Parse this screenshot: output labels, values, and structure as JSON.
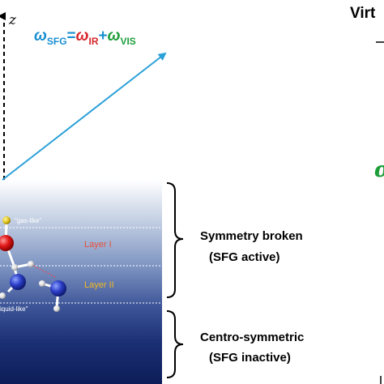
{
  "axis": {
    "z_label": "z"
  },
  "equation": {
    "lhs": "ω",
    "lhs_sub": "SFG",
    "equals": "=",
    "term1": "ω",
    "term1_sub": "IR",
    "plus": "+",
    "term2": "ω",
    "term2_sub": "VIS",
    "colors": {
      "sfg": "#1a8fd1",
      "ir": "#d8262b",
      "vis": "#1e9e3a",
      "op": "#1a8fd1"
    }
  },
  "interface": {
    "gas_note": "\"gas-like\"",
    "liquid_note": "iquid-like\"",
    "layer1": "Layer I",
    "layer2": "Layer II",
    "layer1_color": "#e8503a",
    "layer2_color": "#f2b824"
  },
  "brackets": {
    "upper_line1": "Symmetry broken",
    "upper_line2": "(SFG active)",
    "lower_line1": "Centro-symmetric",
    "lower_line2": "(SFG inactive)"
  },
  "right_fragments": {
    "top_text": "Virt",
    "mid_glyph": "α",
    "mid_color": "#1e9e3a"
  }
}
